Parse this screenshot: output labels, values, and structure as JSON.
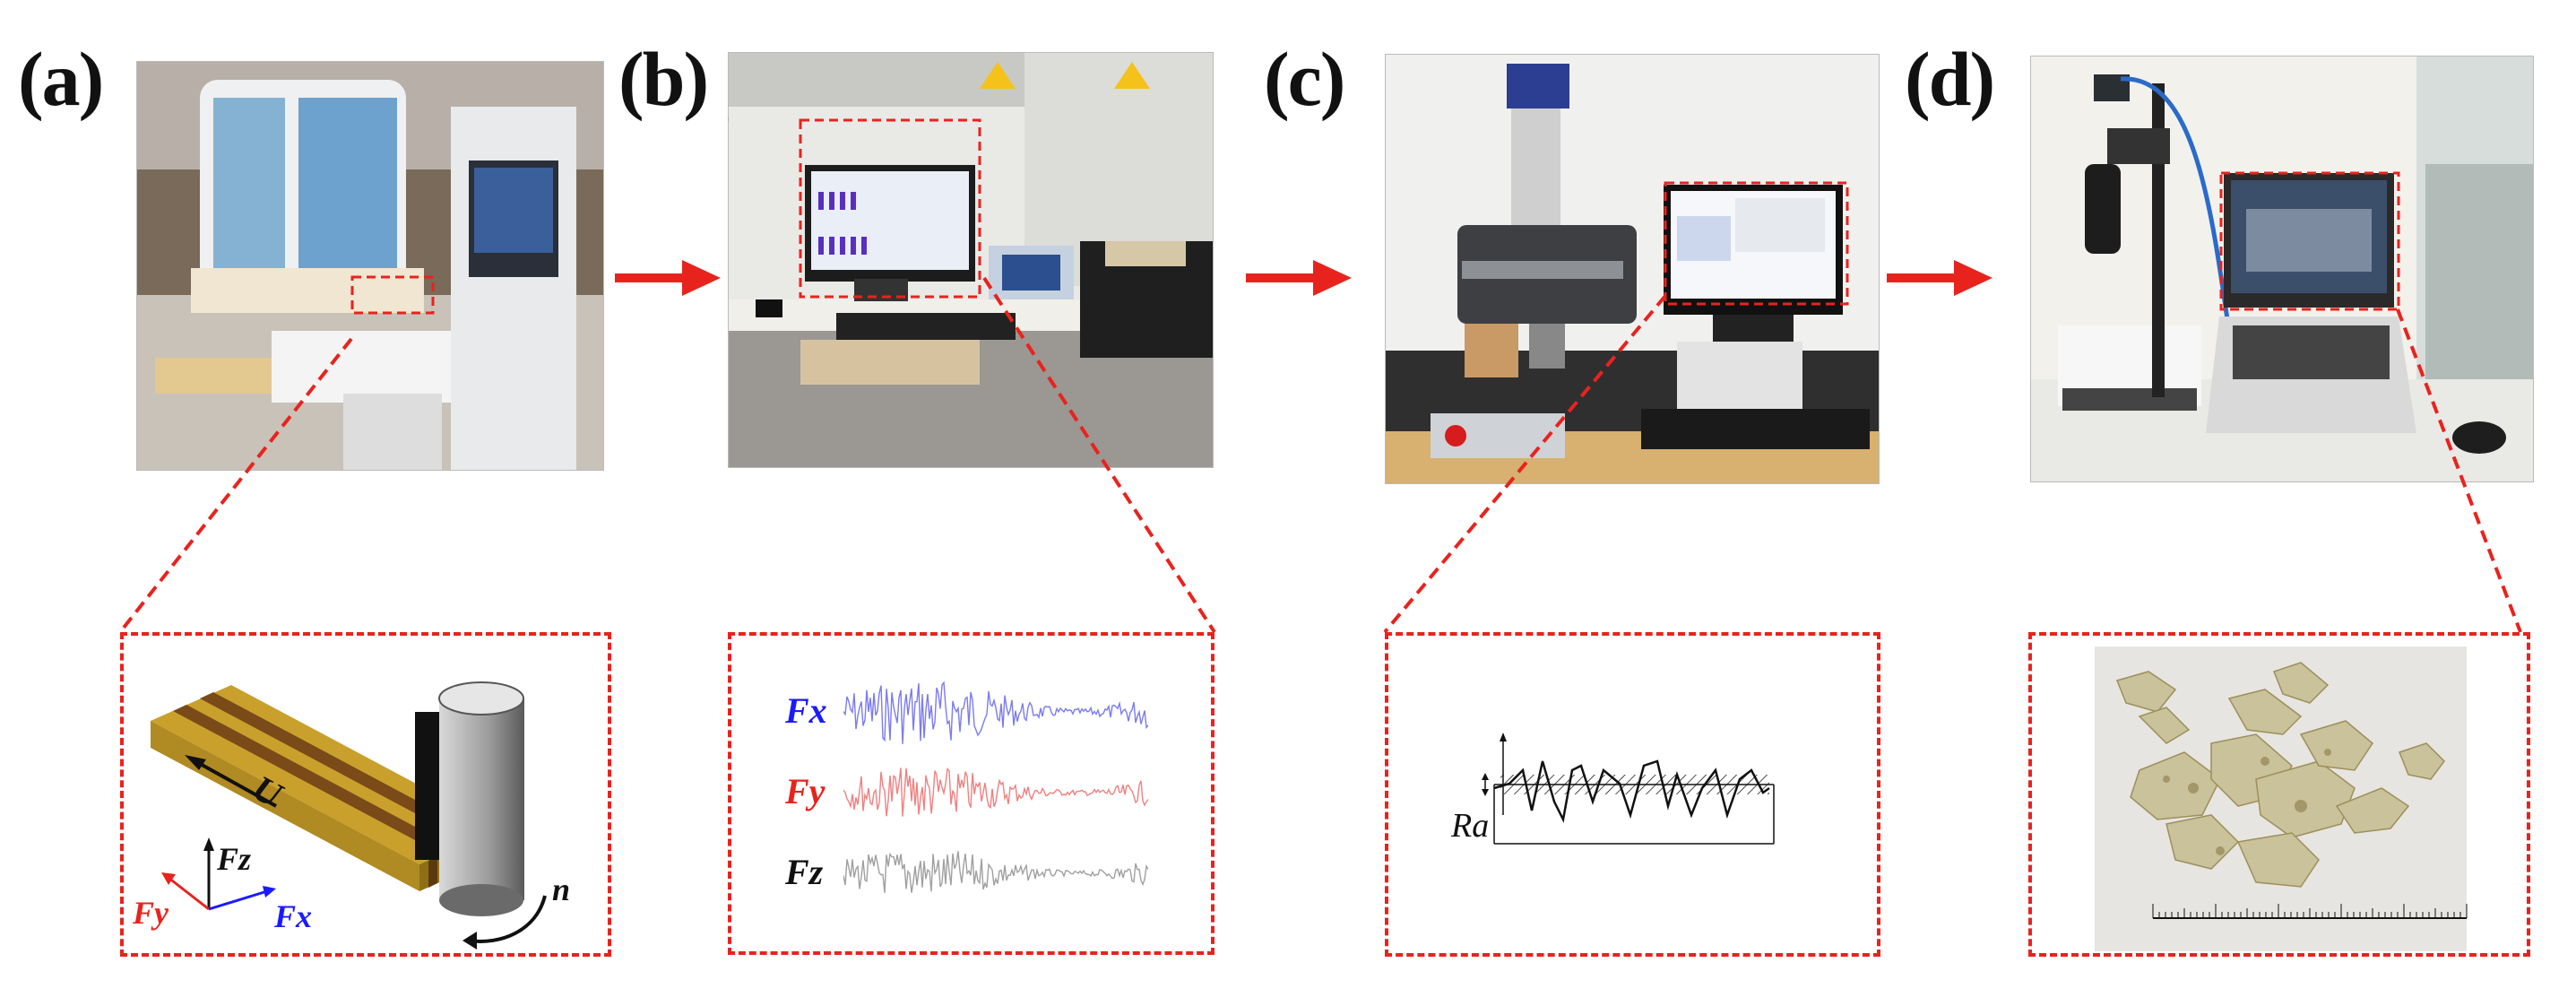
{
  "panels": [
    {
      "label": "(a)"
    },
    {
      "label": "(b)"
    },
    {
      "label": "(c)"
    },
    {
      "label": "(d)"
    }
  ],
  "panel_a_detail": {
    "U": "U",
    "Fz": "Fz",
    "Fy": "Fy",
    "Fx": "Fx",
    "n": "n"
  },
  "panel_b_detail": {
    "signals": [
      "Fx",
      "Fy",
      "Fz"
    ]
  },
  "panel_c_detail": {
    "Ra": "Ra"
  },
  "colors": {
    "red": "#e8231d",
    "blue": "#1a1aff",
    "black": "#111111"
  }
}
